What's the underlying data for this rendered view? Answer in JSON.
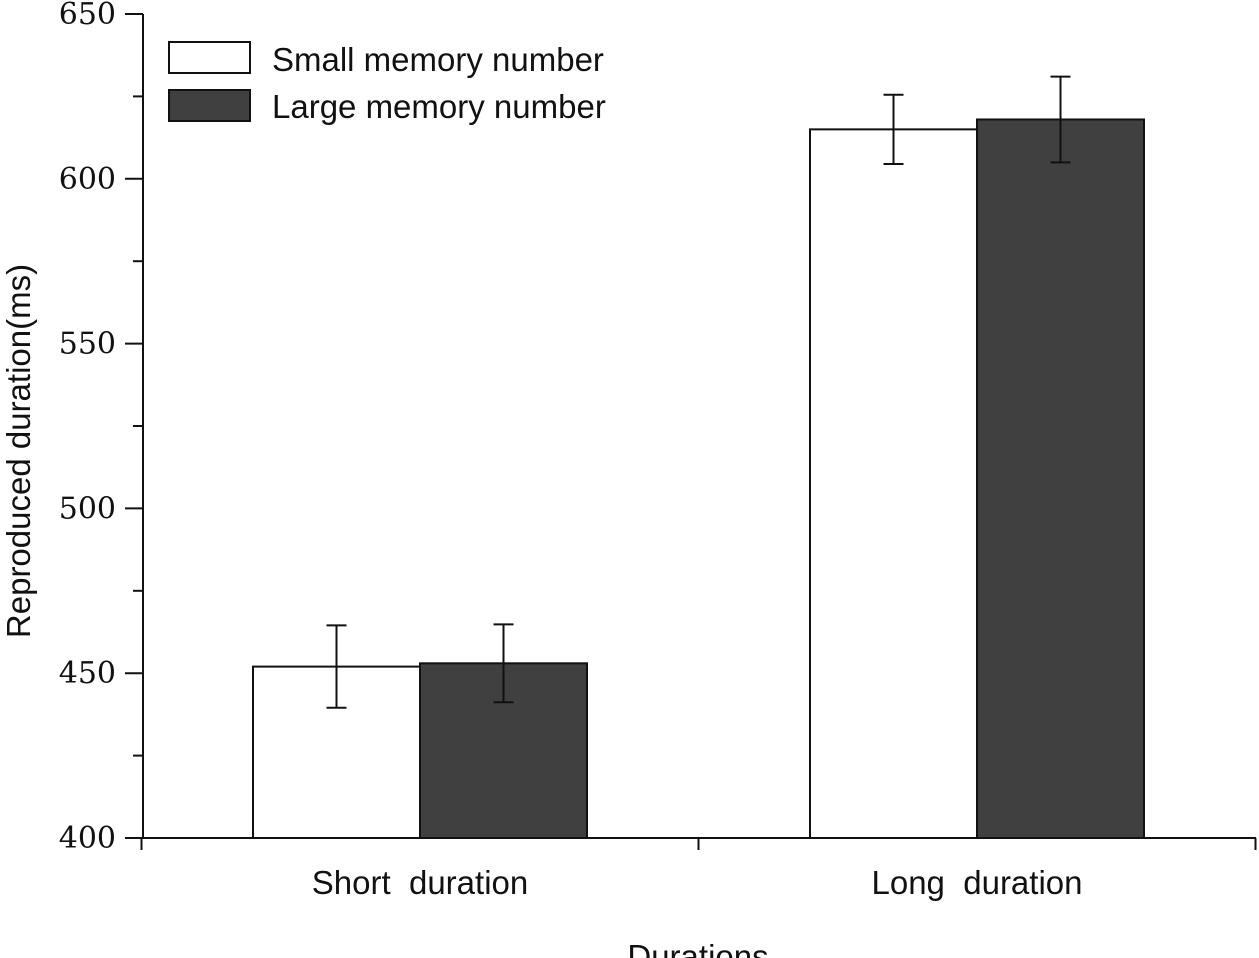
{
  "chart_data": {
    "type": "bar",
    "xlabel": "Durations",
    "ylabel": "Reproduced duration(ms)",
    "ylim": [
      400,
      650
    ],
    "yticks": [
      400,
      450,
      500,
      550,
      600,
      650
    ],
    "categories": [
      "Short  duration",
      "Long  duration"
    ],
    "series": [
      {
        "name": "Small memory number",
        "color": "#ffffff",
        "values": [
          452,
          615
        ],
        "errors": [
          12.5,
          10.5
        ]
      },
      {
        "name": "Large memory number",
        "color": "#404040",
        "values": [
          453,
          618
        ],
        "errors": [
          11.8,
          13
        ]
      }
    ],
    "legend": "top-left",
    "grid": false
  }
}
